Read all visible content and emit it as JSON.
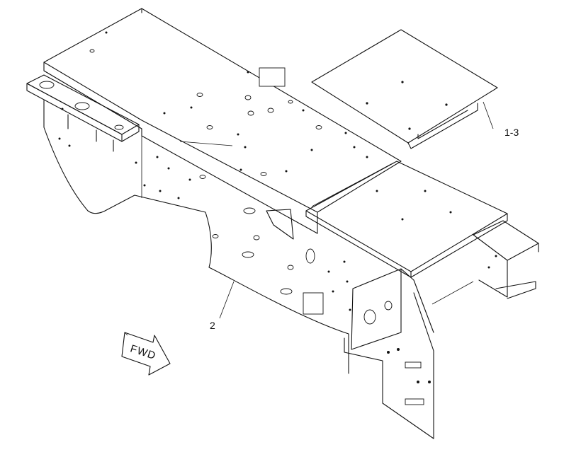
{
  "diagram": {
    "callouts": [
      {
        "id": "callout-1-3",
        "text": "1-3"
      },
      {
        "id": "callout-2",
        "text": "2"
      }
    ],
    "direction_arrow": {
      "text": "FWD"
    },
    "colors": {
      "line": "#111111",
      "background": "#ffffff"
    }
  }
}
